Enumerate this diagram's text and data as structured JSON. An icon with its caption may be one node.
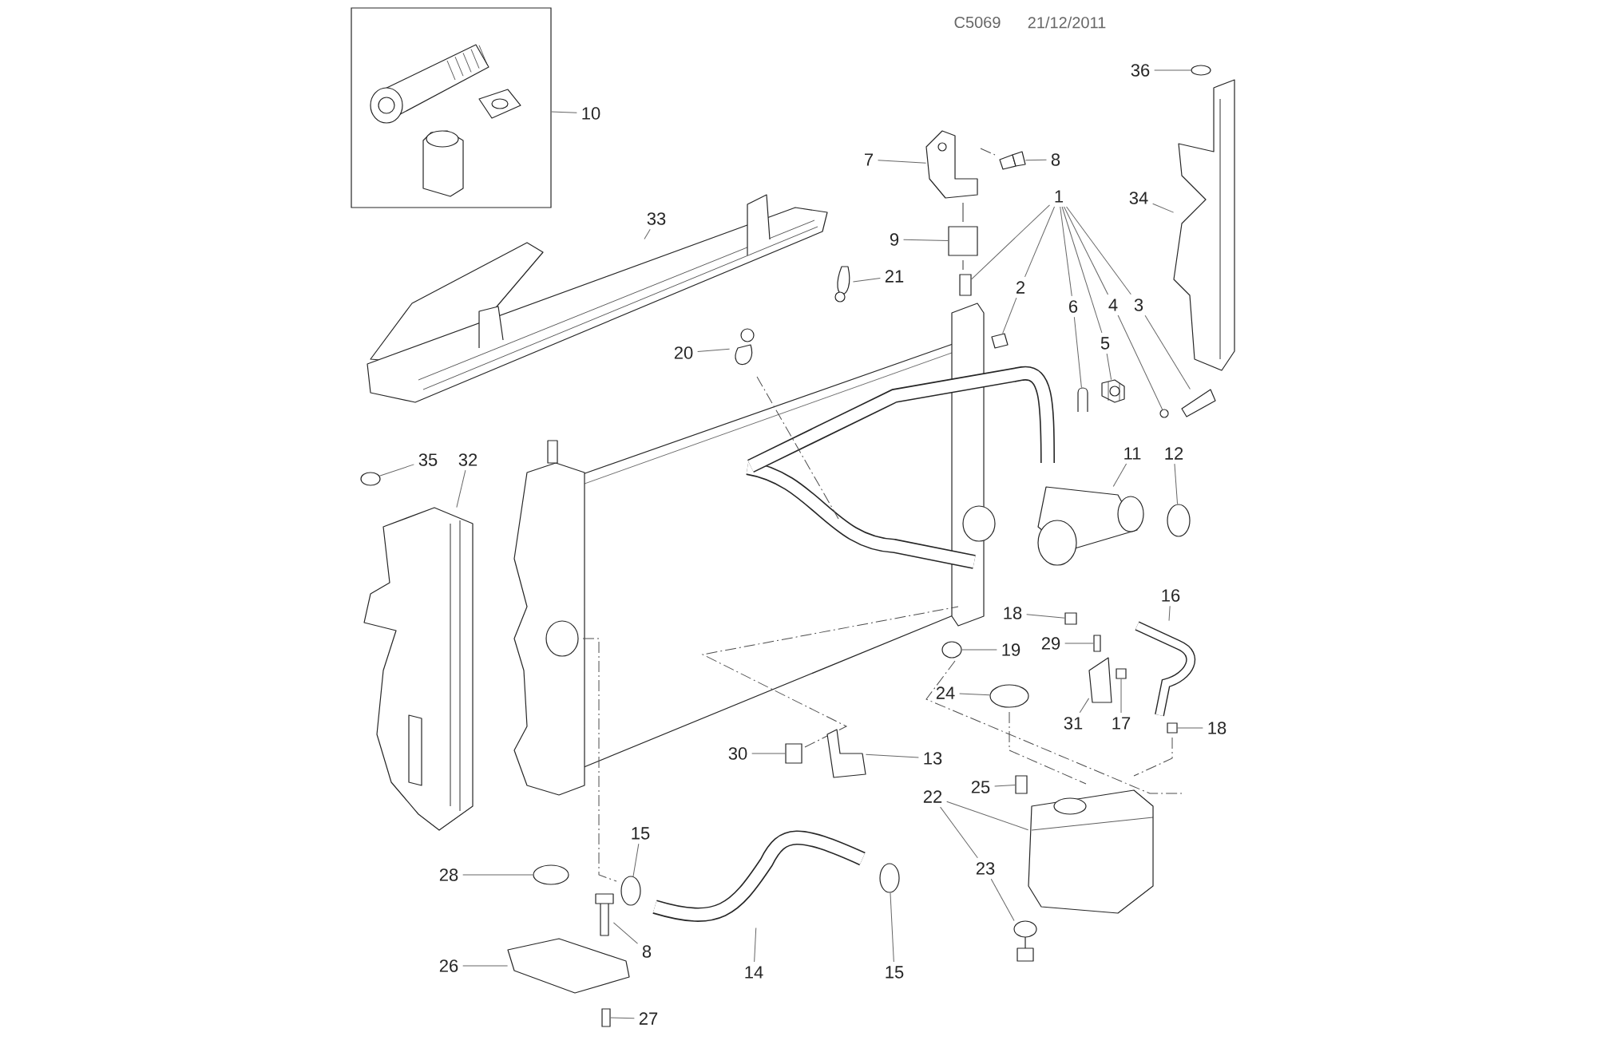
{
  "diagram": {
    "nodes": [
      {
        "text": [
          "10"
        ]
      },
      {
        "text": [
          "36"
        ]
      },
      {
        "text": [
          "7"
        ]
      },
      {
        "text": [
          "8"
        ]
      },
      {
        "text": [
          "1"
        ]
      },
      {
        "text": [
          "34"
        ]
      },
      {
        "text": [
          "33"
        ]
      },
      {
        "text": [
          "9"
        ]
      },
      {
        "text": [
          "21"
        ]
      },
      {
        "text": [
          "2"
        ]
      },
      {
        "text": [
          "6"
        ]
      },
      {
        "text": [
          "4"
        ]
      },
      {
        "text": [
          "3"
        ]
      },
      {
        "text": [
          "5"
        ]
      },
      {
        "text": [
          "20"
        ]
      },
      {
        "text": [
          "35"
        ]
      },
      {
        "text": [
          "32"
        ]
      },
      {
        "text": [
          "11"
        ]
      },
      {
        "text": [
          "12"
        ]
      },
      {
        "text": [
          "18"
        ]
      },
      {
        "text": [
          "16"
        ]
      },
      {
        "text": [
          "19"
        ]
      },
      {
        "text": [
          "29"
        ]
      },
      {
        "text": [
          "24"
        ]
      },
      {
        "text": [
          "31"
        ]
      },
      {
        "text": [
          "17"
        ]
      },
      {
        "text": [
          "18"
        ]
      },
      {
        "text": [
          "30"
        ]
      },
      {
        "text": [
          "13"
        ]
      },
      {
        "text": [
          "25"
        ]
      },
      {
        "text": [
          "22"
        ]
      },
      {
        "text": [
          "15"
        ]
      },
      {
        "text": [
          "23"
        ]
      },
      {
        "text": [
          "28"
        ]
      },
      {
        "text": [
          "8"
        ]
      },
      {
        "text": [
          "26"
        ]
      },
      {
        "text": [
          "14"
        ]
      },
      {
        "text": [
          "15"
        ]
      },
      {
        "text": [
          "27"
        ]
      },
      {
        "text": [],
        "shape": "box"
      },
      {
        "text": [],
        "shape": "circle"
      },
      {
        "text": [],
        "shape": "picture"
      },
      {
        "text": [],
        "shape": "picture"
      },
      {
        "text": [],
        "shape": "box"
      },
      {
        "text": [],
        "shape": "picture"
      },
      {
        "text": [],
        "shape": "picture"
      },
      {
        "text": [],
        "shape": "box"
      },
      {
        "text": [],
        "shape": "picture"
      },
      {
        "text": [],
        "shape": "picture"
      },
      {
        "text": [],
        "shape": "picture"
      },
      {
        "text": [],
        "shape": "circle"
      },
      {
        "text": [],
        "shape": "picture"
      },
      {
        "text": [],
        "shape": "picture"
      },
      {
        "text": [],
        "shape": "picture"
      },
      {
        "text": [],
        "shape": "circle"
      },
      {
        "text": [],
        "shape": "picture"
      },
      {
        "text": [],
        "shape": "picture"
      },
      {
        "text": [],
        "shape": "circle"
      },
      {
        "text": [],
        "shape": "box"
      },
      {
        "text": [],
        "shape": "picture"
      },
      {
        "text": [],
        "shape": "circle"
      },
      {
        "text": [],
        "shape": "box"
      },
      {
        "text": [],
        "shape": "circle"
      },
      {
        "text": [],
        "shape": "picture"
      },
      {
        "text": [],
        "shape": "box"
      },
      {
        "text": [],
        "shape": "box"
      },
      {
        "text": [],
        "shape": "box"
      },
      {
        "text": [],
        "shape": "picture"
      },
      {
        "text": [],
        "shape": "box"
      },
      {
        "text": [],
        "shape": "picture"
      },
      {
        "text": [],
        "shape": "picture"
      },
      {
        "text": [],
        "shape": "circle"
      },
      {
        "text": [],
        "shape": "circle"
      },
      {
        "text": [],
        "shape": "picture"
      },
      {
        "text": [],
        "shape": "picture"
      },
      {
        "text": [],
        "shape": "picture"
      },
      {
        "text": [],
        "shape": "circle"
      },
      {
        "text": [],
        "shape": "box"
      }
    ],
    "edges": [
      {
        "from": 0,
        "to": 39,
        "arrow": "none"
      },
      {
        "from": 1,
        "to": 40,
        "arrow": "none"
      },
      {
        "from": 2,
        "to": 41,
        "arrow": "none"
      },
      {
        "from": 3,
        "to": 42,
        "arrow": "none"
      },
      {
        "from": 4,
        "to": 43,
        "arrow": "none"
      },
      {
        "from": 4,
        "to": 9,
        "arrow": "none"
      },
      {
        "from": 4,
        "to": 10,
        "arrow": "none"
      },
      {
        "from": 4,
        "to": 13,
        "arrow": "none"
      },
      {
        "from": 4,
        "to": 11,
        "arrow": "none"
      },
      {
        "from": 4,
        "to": 12,
        "arrow": "none"
      },
      {
        "from": 5,
        "to": 44,
        "arrow": "none"
      },
      {
        "from": 6,
        "to": 45,
        "arrow": "none"
      },
      {
        "from": 7,
        "to": 46,
        "arrow": "none"
      },
      {
        "from": 8,
        "to": 47,
        "arrow": "none"
      },
      {
        "from": 9,
        "to": 48,
        "arrow": "none"
      },
      {
        "from": 10,
        "to": 49,
        "arrow": "none"
      },
      {
        "from": 11,
        "to": 50,
        "arrow": "none"
      },
      {
        "from": 12,
        "to": 51,
        "arrow": "none"
      },
      {
        "from": 13,
        "to": 52,
        "arrow": "none"
      },
      {
        "from": 14,
        "to": 53,
        "arrow": "none"
      },
      {
        "from": 15,
        "to": 54,
        "arrow": "none"
      },
      {
        "from": 16,
        "to": 55,
        "arrow": "none"
      },
      {
        "from": 17,
        "to": 56,
        "arrow": "none"
      },
      {
        "from": 18,
        "to": 57,
        "arrow": "none"
      },
      {
        "from": 19,
        "to": 58,
        "arrow": "none"
      },
      {
        "from": 20,
        "to": 59,
        "arrow": "none"
      },
      {
        "from": 21,
        "to": 60,
        "arrow": "none"
      },
      {
        "from": 22,
        "to": 61,
        "arrow": "none"
      },
      {
        "from": 23,
        "to": 62,
        "arrow": "none"
      },
      {
        "from": 24,
        "to": 63,
        "arrow": "none"
      },
      {
        "from": 25,
        "to": 64,
        "arrow": "none"
      },
      {
        "from": 26,
        "to": 65,
        "arrow": "none"
      },
      {
        "from": 27,
        "to": 66,
        "arrow": "none"
      },
      {
        "from": 28,
        "to": 67,
        "arrow": "none"
      },
      {
        "from": 29,
        "to": 68,
        "arrow": "none"
      },
      {
        "from": 30,
        "to": 69,
        "arrow": "none"
      },
      {
        "from": 30,
        "to": 32,
        "arrow": "none"
      },
      {
        "from": 31,
        "to": 71,
        "arrow": "none"
      },
      {
        "from": 32,
        "to": 70,
        "arrow": "none"
      },
      {
        "from": 33,
        "to": 72,
        "arrow": "none"
      },
      {
        "from": 34,
        "to": 73,
        "arrow": "none"
      },
      {
        "from": 35,
        "to": 74,
        "arrow": "none"
      },
      {
        "from": 36,
        "to": 75,
        "arrow": "none"
      },
      {
        "from": 37,
        "to": 76,
        "arrow": "none"
      },
      {
        "from": 38,
        "to": 77,
        "arrow": "none"
      }
    ],
    "labels": [
      "C5069",
      "21/12/2011"
    ]
  }
}
